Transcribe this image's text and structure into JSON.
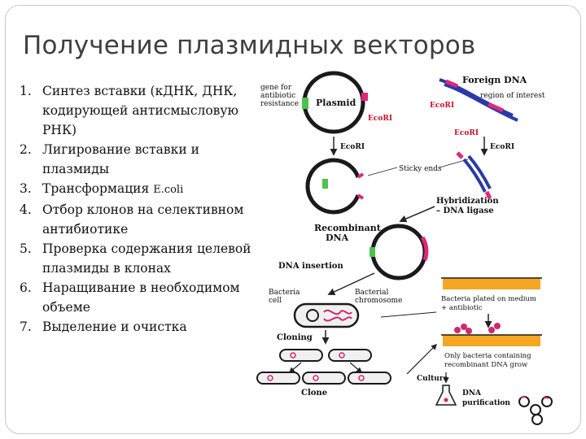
{
  "slide": {
    "title": "Получение плазмидных векторов",
    "steps": [
      {
        "num": "1.",
        "text": "Синтез вставки (кДНК, ДНК, кодирующей антисмысловую РНК)"
      },
      {
        "num": "2.",
        "text": "Лигирование вставки и плазмиды"
      },
      {
        "num": "3.",
        "text": "Трансформация ",
        "latin": "E.coli"
      },
      {
        "num": "4.",
        "text": "Отбор клонов на селективном антибиотике"
      },
      {
        "num": "5.",
        "text": "Проверка содержания целевой плазмиды в клонах"
      },
      {
        "num": "6.",
        "text": "Наращивание в необходимом объеме"
      },
      {
        "num": "7.",
        "text": "Выделение и очистка"
      }
    ]
  },
  "diagram": {
    "labels": {
      "gene_for": "gene for",
      "antibiotic": "antibiotic",
      "resistance": "resistance",
      "plasmid": "Plasmid",
      "ecori_plasmid": "EcoRI",
      "foreign_dna": "Foreign DNA",
      "region": "region of interest",
      "ecori_top": "EcoRI",
      "ecori_mid": "EcoRI",
      "ecori_left": "EcoRI",
      "ecori_right": "EcoRI",
      "sticky_ends": "Sticky ends",
      "hybridization": "Hybridization",
      "ligase": "– DNA ligase",
      "recombinant": "Recombinant",
      "recombinant_dna": "DNA",
      "insertion": "DNA insertion",
      "bacteria": "Bacteria",
      "cell": "cell",
      "bacterial": "Bacterial",
      "chromosome": "chromosome",
      "plated1": "Bacteria plated on medium",
      "plated2": "+ antibiotic",
      "cloning": "Cloning",
      "only1": "Only bacteria containing",
      "only2": "recombinant DNA grow",
      "culture": "Culture",
      "clone": "Clone",
      "dna_purif1": "DNA",
      "dna_purif2": "purification"
    },
    "colors": {
      "plasmid_ring": "#1a1a1a",
      "resistance_gene": "#4cc24c",
      "foreign_dna": "#2a3aa8",
      "insert": "#e0287a",
      "ecori": "#c0152a",
      "medium": "#f5a623",
      "colony": "#d0286e"
    },
    "icons": [
      "arrow-down-icon",
      "bacteria-cell-icon",
      "petri-plate-icon",
      "flask-icon",
      "dna-pieces-icon"
    ]
  }
}
